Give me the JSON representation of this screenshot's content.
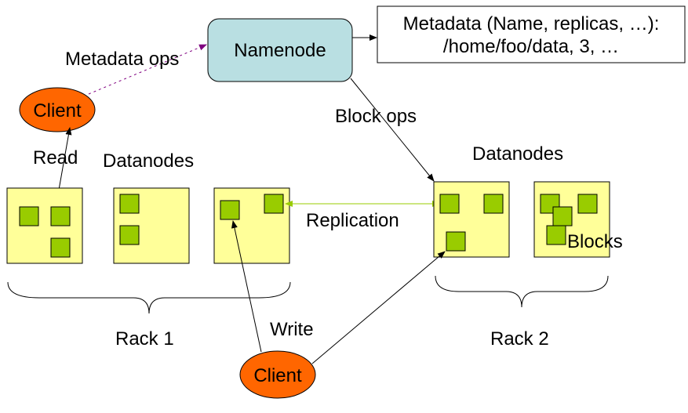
{
  "namenode": {
    "label": "Namenode"
  },
  "metadata_box": {
    "line1": "Metadata (Name, replicas, …):",
    "line2": "/home/foo/data, 3, …"
  },
  "labels": {
    "metadata_ops": "Metadata ops",
    "block_ops": "Block ops",
    "read": "Read",
    "write": "Write",
    "replication": "Replication",
    "blocks": "Blocks",
    "datanodes_left": "Datanodes",
    "datanodes_right": "Datanodes",
    "rack1": "Rack 1",
    "rack2": "Rack 2"
  },
  "clients": [
    {
      "label": "Client"
    },
    {
      "label": "Client"
    }
  ],
  "colors": {
    "namenode_fill": "#b9dfe2",
    "client_fill": "#ff6600",
    "datanode_fill": "#ffff99",
    "block_fill": "#99cc00",
    "metadata_ops_line": "#800080",
    "replication_line": "#99cc00"
  }
}
